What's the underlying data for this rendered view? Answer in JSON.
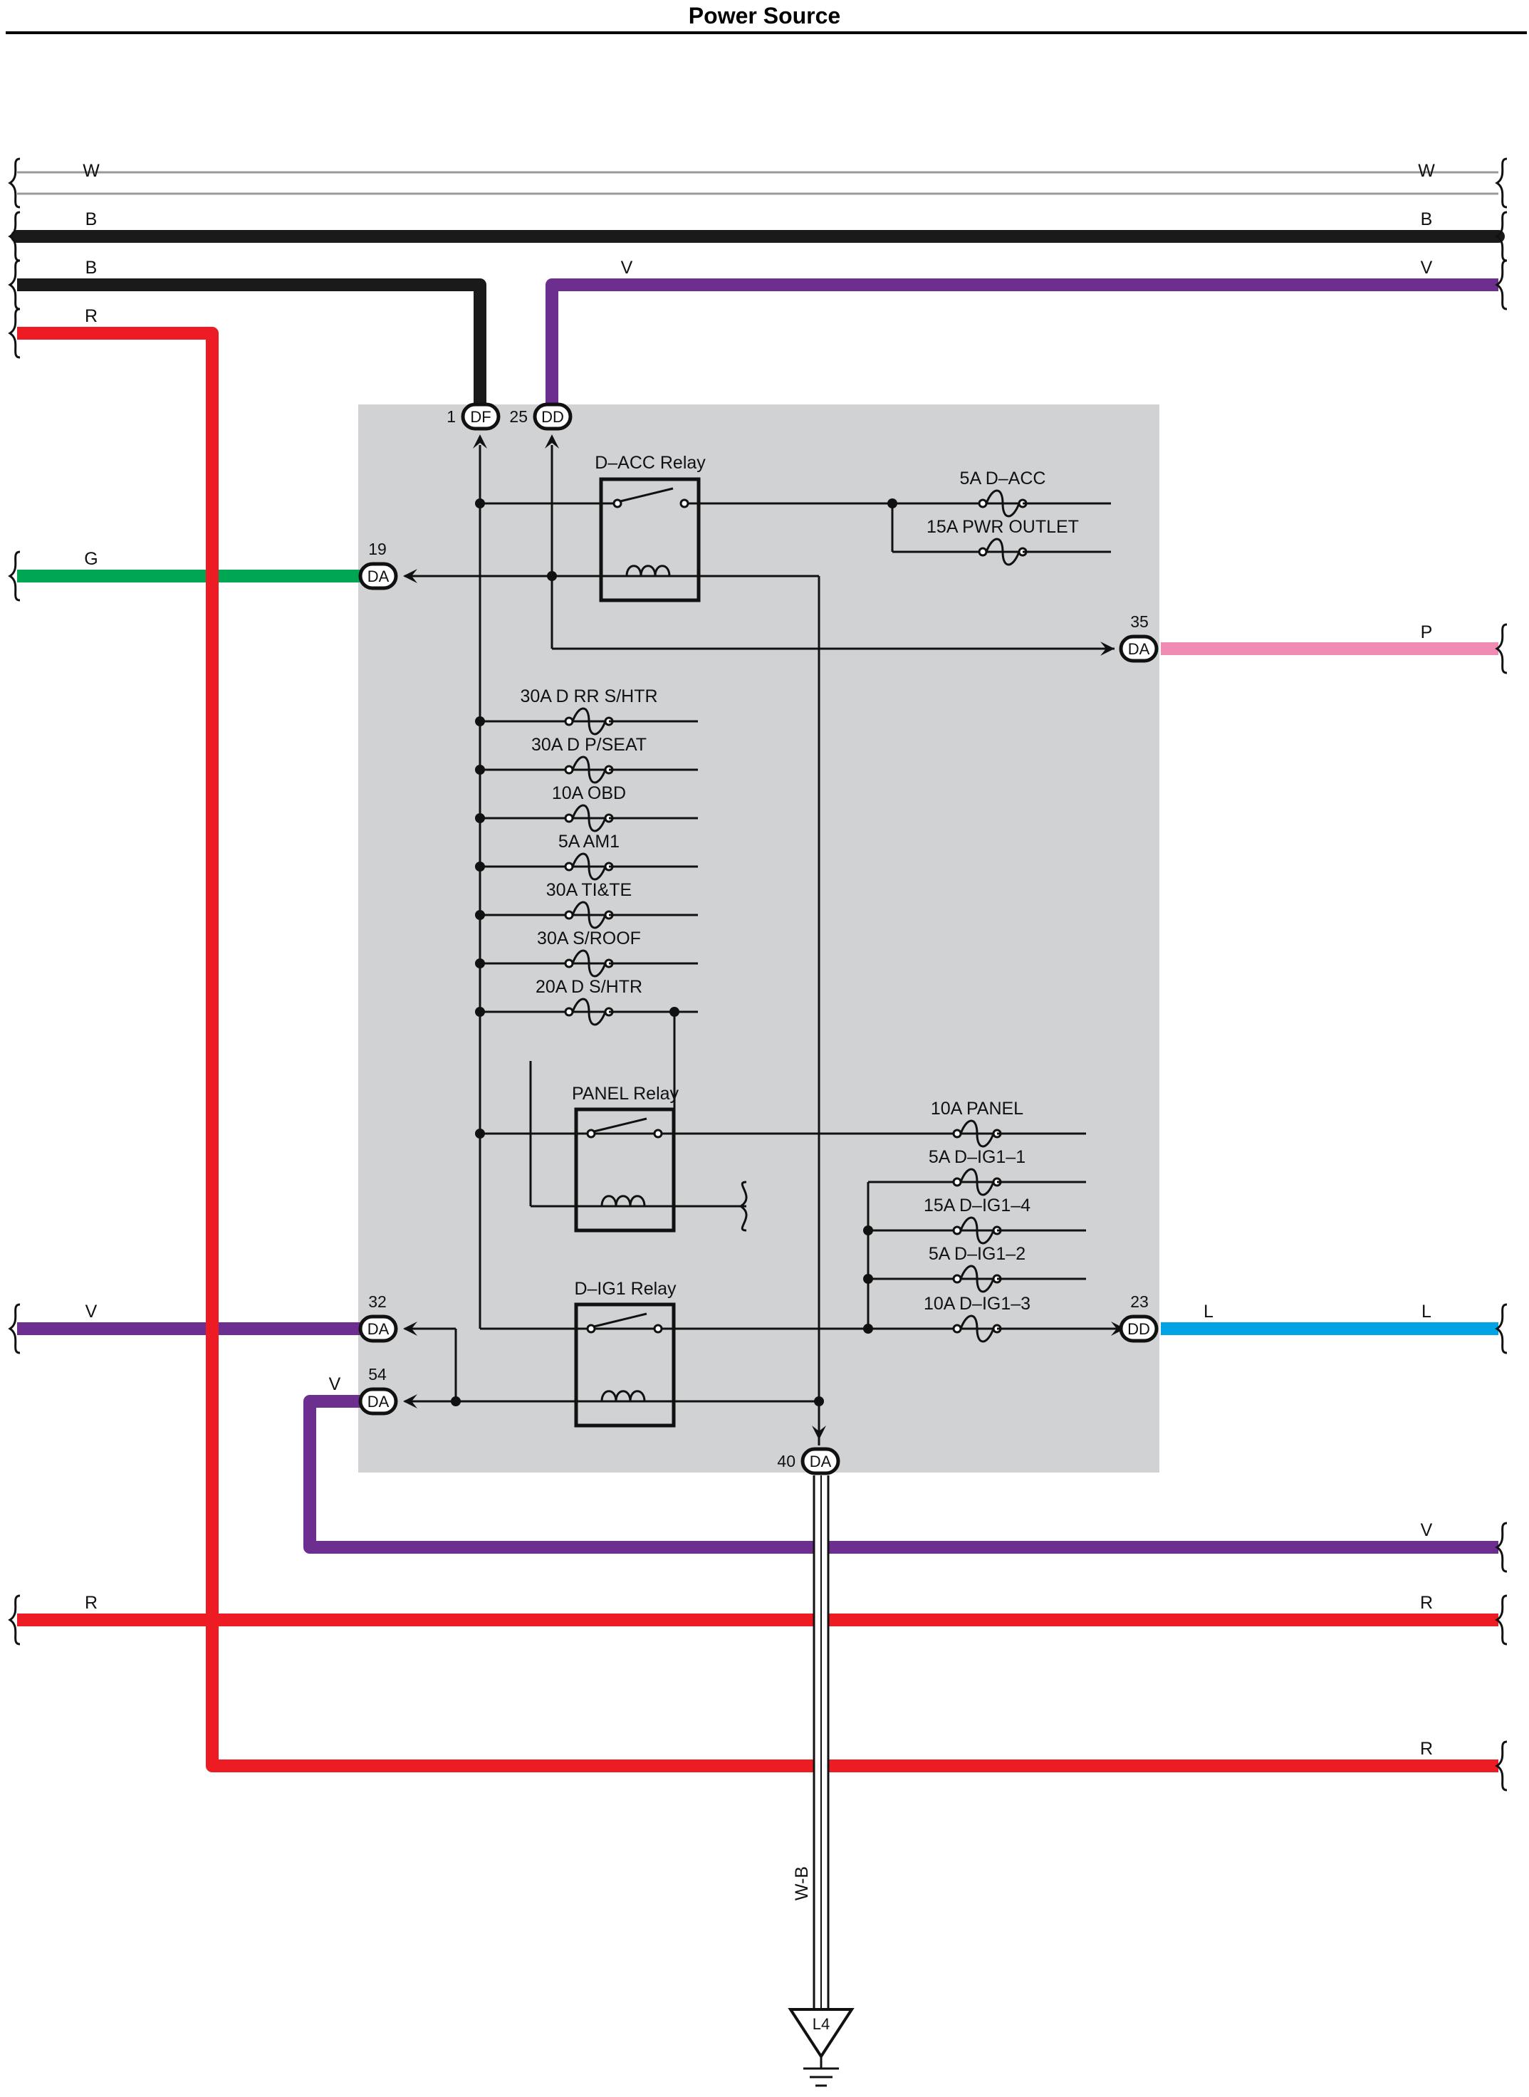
{
  "title": "Power Source",
  "colors": {
    "panel_bg": "#d1d2d4",
    "W": "#ffffff",
    "B": "#1a1a1a",
    "V": "#6c2e8f",
    "R": "#ed1c24",
    "G": "#00a651",
    "P": "#f08cb4",
    "L": "#00a4e4",
    "W-B": "#ffffff"
  },
  "wires": {
    "top_w_left": "W",
    "top_w_right": "W",
    "top_b_left": "B",
    "top_b_right": "B",
    "top_b2_left": "B",
    "top_v_mid": "V",
    "top_v_right": "V",
    "top_r_left": "R",
    "g_left": "G",
    "p_right": "P",
    "v_left_32": "V",
    "l_mid": "L",
    "l_right": "L",
    "v_54": "V",
    "v_bottom_right": "V",
    "r_bottom_left": "R",
    "r_bottom_right": "R",
    "r_lowest_right": "R",
    "ground_wire": "W-B"
  },
  "connectors": {
    "c1": {
      "pin": "1",
      "code": "DF"
    },
    "c25": {
      "pin": "25",
      "code": "DD"
    },
    "c19": {
      "pin": "19",
      "code": "DA"
    },
    "c35": {
      "pin": "35",
      "code": "DA"
    },
    "c32": {
      "pin": "32",
      "code": "DA"
    },
    "c54": {
      "pin": "54",
      "code": "DA"
    },
    "c23": {
      "pin": "23",
      "code": "DD"
    },
    "c40": {
      "pin": "40",
      "code": "DA"
    }
  },
  "relays": {
    "d_acc": "D–ACC Relay",
    "panel": "PANEL Relay",
    "d_ig1": "D–IG1 Relay"
  },
  "fuses": {
    "d_acc": "5A D–ACC",
    "pwr_outlet": "15A PWR OUTLET",
    "d_rr_shtr": "30A D RR S/HTR",
    "d_pseat": "30A D P/SEAT",
    "obd": "10A OBD",
    "am1": "5A AM1",
    "ti_te": "30A TI&TE",
    "s_roof": "30A S/ROOF",
    "d_shtr": "20A D S/HTR",
    "panel": "10A PANEL",
    "d_ig1_1": "5A D–IG1–1",
    "d_ig1_4": "15A D–IG1–4",
    "d_ig1_2": "5A D–IG1–2",
    "d_ig1_3": "10A D–IG1–3"
  },
  "ground": "L4"
}
